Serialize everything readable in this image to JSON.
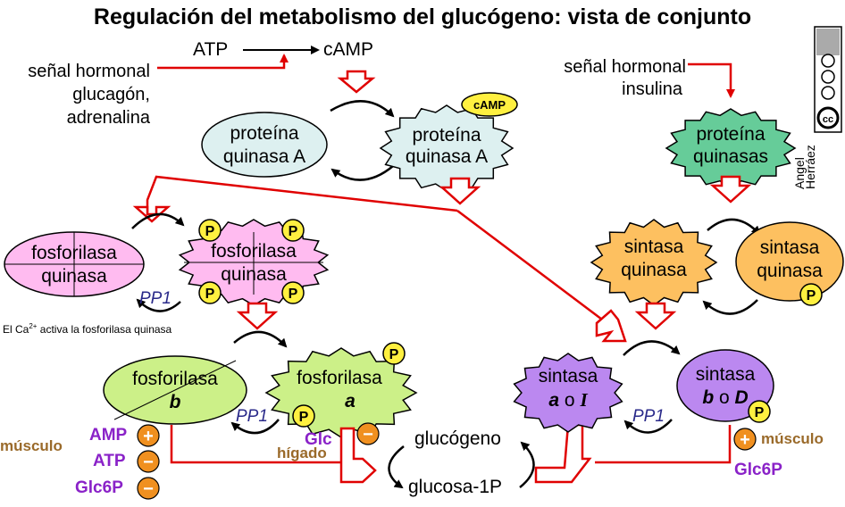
{
  "title": "Regulación del metabolismo del glucógeno: vista de conjunto",
  "top": {
    "atp": "ATP",
    "camp": "cAMP",
    "left_signal_lines": [
      "señal hormonal",
      "glucagón,",
      "adrenalina"
    ],
    "right_signal_lines": [
      "señal hormonal",
      "insulina"
    ]
  },
  "pka": {
    "inactive_lines": [
      "proteína",
      "quinasa A"
    ],
    "active_lines": [
      "proteína",
      "quinasa A"
    ],
    "camp_badge": "cAMP"
  },
  "kinases_right": {
    "lines": [
      "proteína",
      "quinasas"
    ]
  },
  "phosphorylase_kinase": {
    "inactive_lines": [
      "fosforilasa",
      "quinasa"
    ],
    "active_lines": [
      "fosforilasa",
      "quinasa"
    ],
    "pp1": "PP1"
  },
  "phosphorylase": {
    "b_name": "fosforilasa",
    "b_letter": "b",
    "a_name": "fosforilasa",
    "a_letter": "a",
    "pp1": "PP1"
  },
  "synthase_kinase": {
    "active_lines": [
      "sintasa",
      "quinasa"
    ],
    "inactive_lines": [
      "sintasa",
      "quinasa"
    ]
  },
  "synthase": {
    "a_name": "sintasa",
    "a_line2_a": "a",
    "a_line2_o": "o",
    "a_line2_form": "I",
    "b_name": "sintasa",
    "b_line2_b": "b",
    "b_line2_o": "o",
    "b_line2_form": "D",
    "pp1": "PP1"
  },
  "phospho_label": "P",
  "calcium_note": {
    "pre": "El Ca",
    "sup": "2+",
    "post": " activa la fosforilasa quinasa"
  },
  "metabolites": {
    "glycogen": "glucógeno",
    "glc1p": "glucosa-1P"
  },
  "effectors_muscle_left": {
    "tissue": "músculo",
    "amp": "AMP",
    "atp": "ATP",
    "glc6p": "Glc6P"
  },
  "effector_liver": {
    "glc": "Glc",
    "tissue": "hígado"
  },
  "effectors_muscle_right": {
    "tissue": "músculo",
    "glc6p": "Glc6P"
  },
  "signs": {
    "plus": "+",
    "minus": "−"
  },
  "license": {
    "author_lines": [
      "Angel",
      "Herráez"
    ],
    "icons": [
      "cc-icon",
      "by-icon",
      "nc-icon",
      "sa-icon"
    ]
  },
  "colors": {
    "signal_red": "#e00000",
    "pka_fill": "#ddf0f0",
    "kinase_green": "#66cc99",
    "phosphorylase_kinase_pink": "#ffbbf0",
    "phosphorylase_green": "#ccf088",
    "synthase_kinase_orange": "#fdc060",
    "synthase_purple": "#bb88f0",
    "camp_yellow": "#fff040",
    "effector_orange": "#f09020",
    "purple_text": "#8a22c8",
    "brown_text": "#9a6a2a"
  }
}
